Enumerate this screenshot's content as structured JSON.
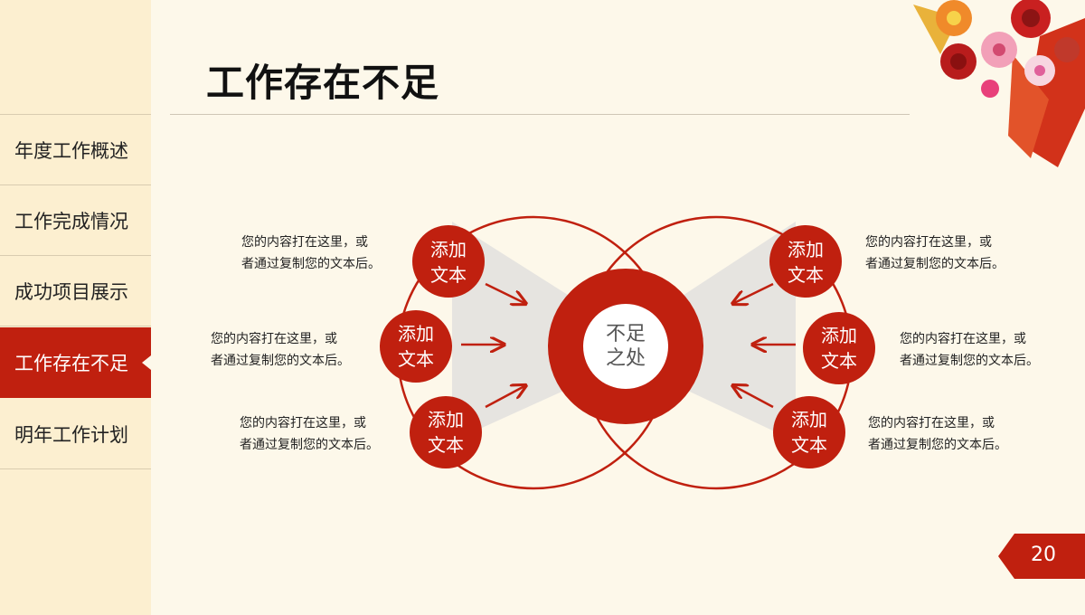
{
  "sidebar": {
    "items": [
      {
        "label": "年度工作概述",
        "active": false
      },
      {
        "label": "工作完成情况",
        "active": false
      },
      {
        "label": "成功项目展示",
        "active": false
      },
      {
        "label": "工作存在不足",
        "active": true
      },
      {
        "label": "明年工作计划",
        "active": false
      }
    ]
  },
  "title": "工作存在不足",
  "diagram": {
    "center": {
      "line1": "不足",
      "line2": "之处"
    },
    "nodes": [
      {
        "line1": "添加",
        "line2": "文本",
        "desc1": "您的内容打在这里，或",
        "desc2": "者通过复制您的文本后。"
      },
      {
        "line1": "添加",
        "line2": "文本",
        "desc1": "您的内容打在这里，或",
        "desc2": "者通过复制您的文本后。"
      },
      {
        "line1": "添加",
        "line2": "文本",
        "desc1": "您的内容打在这里，或",
        "desc2": "者通过复制您的文本后。"
      },
      {
        "line1": "添加",
        "line2": "文本",
        "desc1": "您的内容打在这里，或",
        "desc2": "者通过复制您的文本后。"
      },
      {
        "line1": "添加",
        "line2": "文本",
        "desc1": "您的内容打在这里，或",
        "desc2": "者通过复制您的文本后。"
      },
      {
        "line1": "添加",
        "line2": "文本",
        "desc1": "您的内容打在这里，或",
        "desc2": "者通过复制您的文本后。"
      }
    ]
  },
  "page_number": "20",
  "colors": {
    "accent": "#c0200f",
    "background": "#fdf8ea",
    "sidebar": "#fcefd0"
  },
  "decoration": {
    "icon": "flower-bouquet-icon"
  }
}
